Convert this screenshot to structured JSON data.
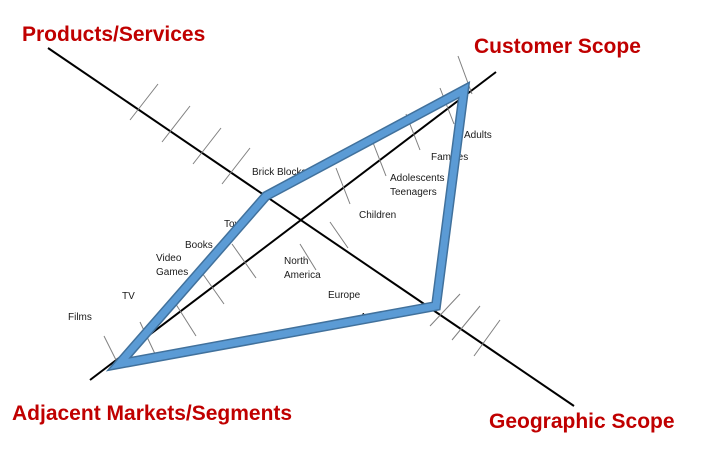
{
  "axes": {
    "products_services": {
      "title": "Products/Services",
      "items": [
        "Films",
        "TV",
        "Video",
        "Games",
        "Books",
        "Toys",
        "Brick Blocks"
      ]
    },
    "customer_scope": {
      "title": "Customer Scope",
      "items": [
        "Children",
        "Adolescents",
        "Teenagers",
        "Families",
        "Adults"
      ]
    },
    "geographic_scope": {
      "title": "Geographic Scope",
      "items": [
        "North",
        "America",
        "Europe",
        "Asia"
      ]
    },
    "adjacent_markets": {
      "title": "Adjacent Markets/Segments"
    }
  },
  "colors": {
    "title_red": "#c00000",
    "polygon_fill": "#5b9bd5",
    "polygon_edge": "#41719c",
    "axis_line": "#000000",
    "tick": "#808080"
  }
}
